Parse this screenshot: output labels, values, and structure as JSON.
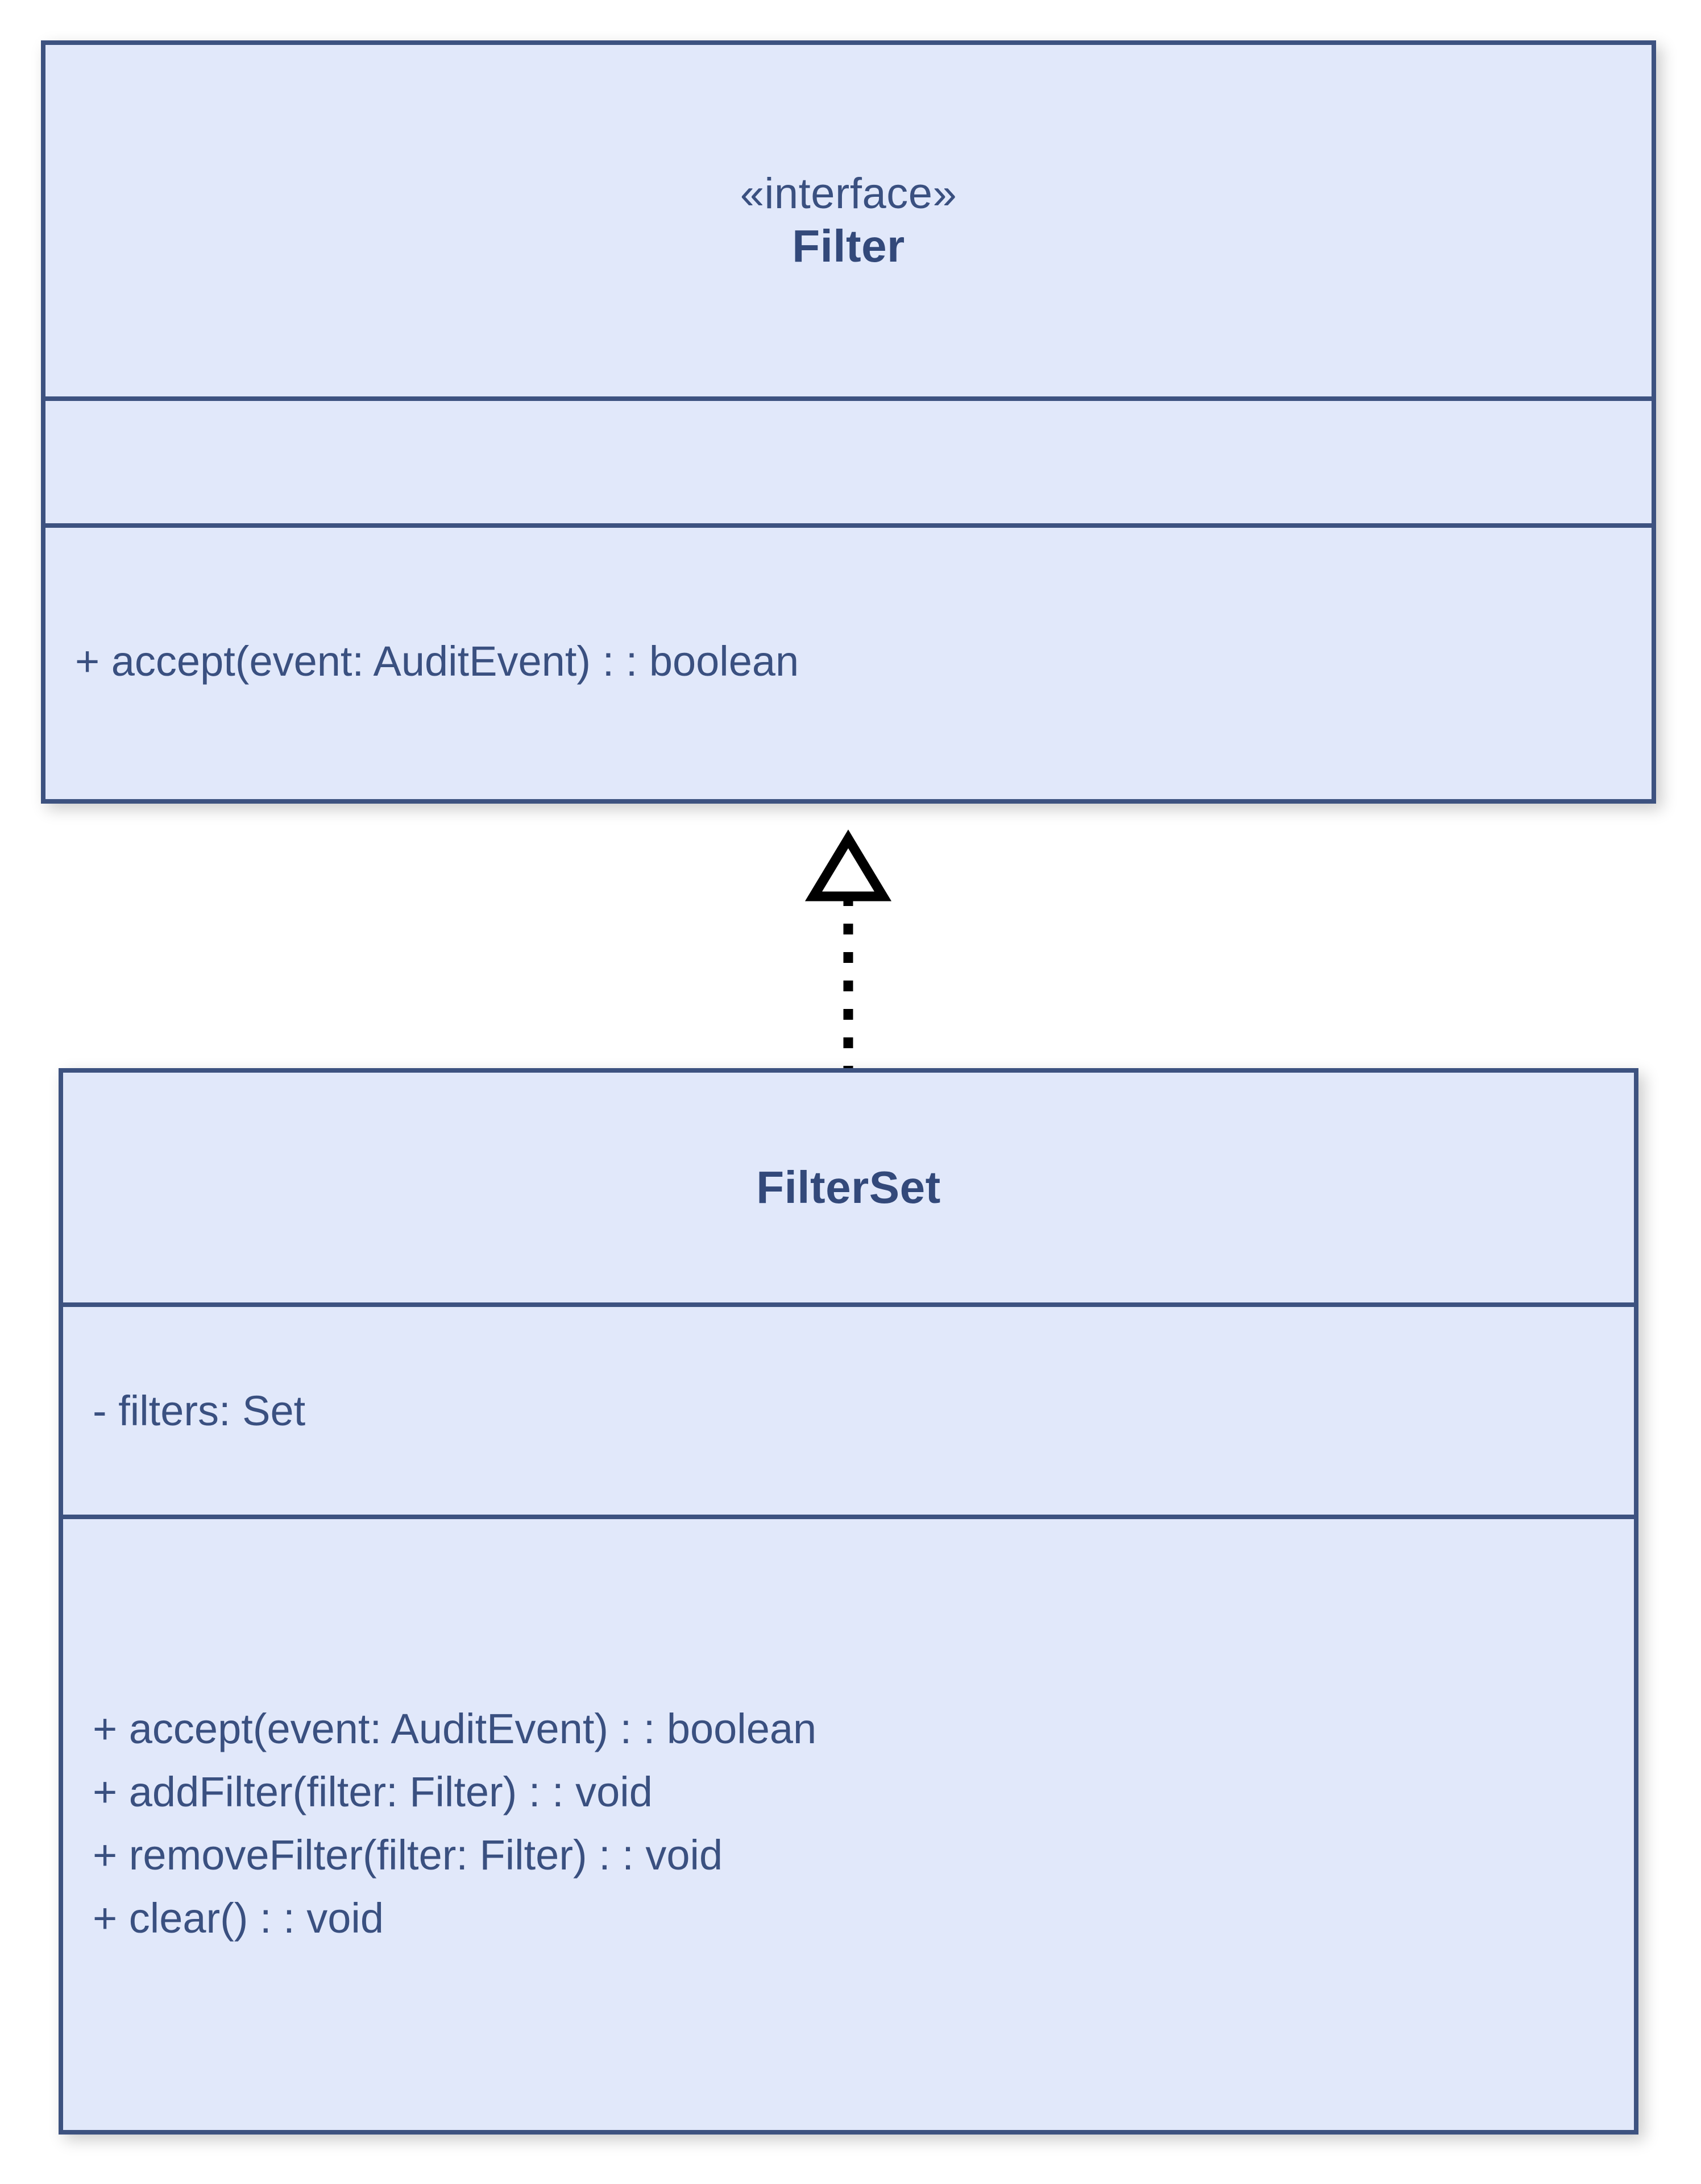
{
  "diagram": {
    "type": "uml-class-diagram",
    "background_color": "#ffffff",
    "box_fill_color": "#e1e8fa",
    "box_border_color": "#3d5280",
    "text_color": "#3a5080",
    "connector_color": "#000000"
  },
  "classes": [
    {
      "id": "filter",
      "stereotype": "«interface»",
      "name": "Filter",
      "attributes": [],
      "methods": [
        "+ accept(event: AuditEvent) : : boolean"
      ]
    },
    {
      "id": "filterset",
      "stereotype": "",
      "name": "FilterSet",
      "attributes": [
        "- filters: Set"
      ],
      "methods": [
        "+ accept(event: AuditEvent) : : boolean",
        "+ addFilter(filter: Filter) : : void",
        "+ removeFilter(filter: Filter) : : void",
        "+ clear() : : void"
      ]
    }
  ],
  "relationships": [
    {
      "kind": "realization",
      "source": "filterset",
      "target": "filter",
      "line_style": "dotted",
      "arrowhead": "hollow-triangle",
      "label": ""
    }
  ]
}
